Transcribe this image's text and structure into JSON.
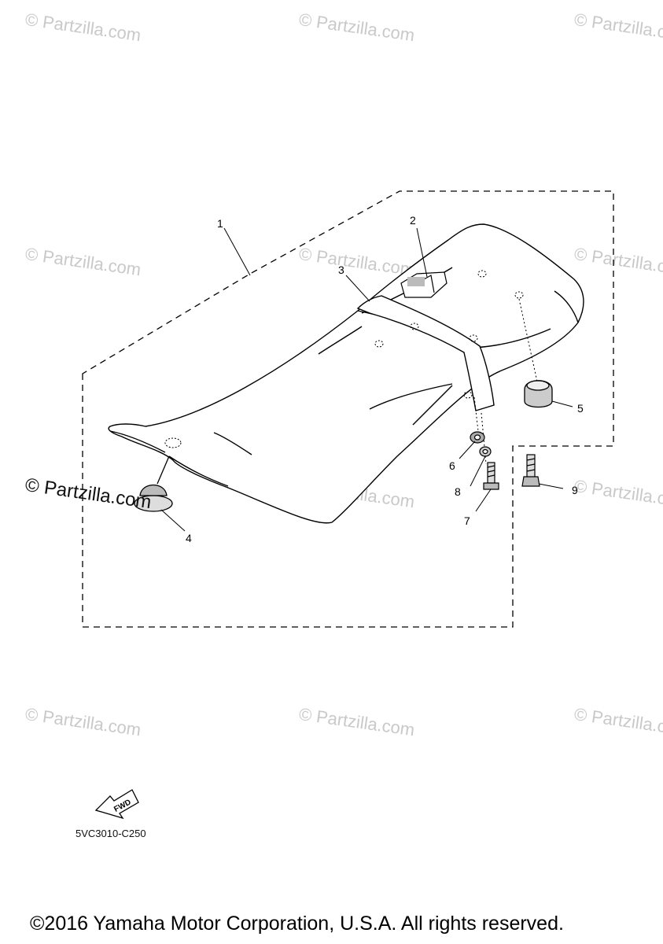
{
  "watermark": "© Partzilla.com",
  "callouts": [
    "1",
    "2",
    "3",
    "4",
    "5",
    "6",
    "7",
    "8",
    "9"
  ],
  "fwd_label": "FWD",
  "diagram_code": "5VC3010-C250",
  "copyright": "©2016 Yamaha Motor Corporation, U.S.A. All rights reserved."
}
